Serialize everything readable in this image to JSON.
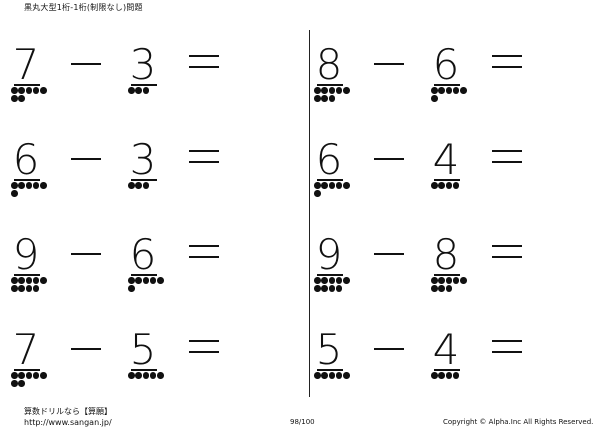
{
  "header": {
    "title": "黒丸大型1桁-1桁(制限なし)問題"
  },
  "symbols": {
    "minus": "－",
    "equals": "＝"
  },
  "problems": [
    {
      "a": "7",
      "b": "3",
      "a_dots": 7,
      "b_dots": 3
    },
    {
      "a": "8",
      "b": "6",
      "a_dots": 8,
      "b_dots": 6
    },
    {
      "a": "6",
      "b": "3",
      "a_dots": 6,
      "b_dots": 3
    },
    {
      "a": "6",
      "b": "4",
      "a_dots": 6,
      "b_dots": 4
    },
    {
      "a": "9",
      "b": "6",
      "a_dots": 9,
      "b_dots": 6
    },
    {
      "a": "9",
      "b": "8",
      "a_dots": 9,
      "b_dots": 8
    },
    {
      "a": "7",
      "b": "5",
      "a_dots": 7,
      "b_dots": 5
    },
    {
      "a": "5",
      "b": "4",
      "a_dots": 5,
      "b_dots": 4
    }
  ],
  "footer": {
    "site_name": "算数ドリルなら【算願】",
    "url": "http://www.sangan.jp/",
    "page": "98/100",
    "copyright": "Copyright © Alpha.Inc All Rights Reserved."
  }
}
